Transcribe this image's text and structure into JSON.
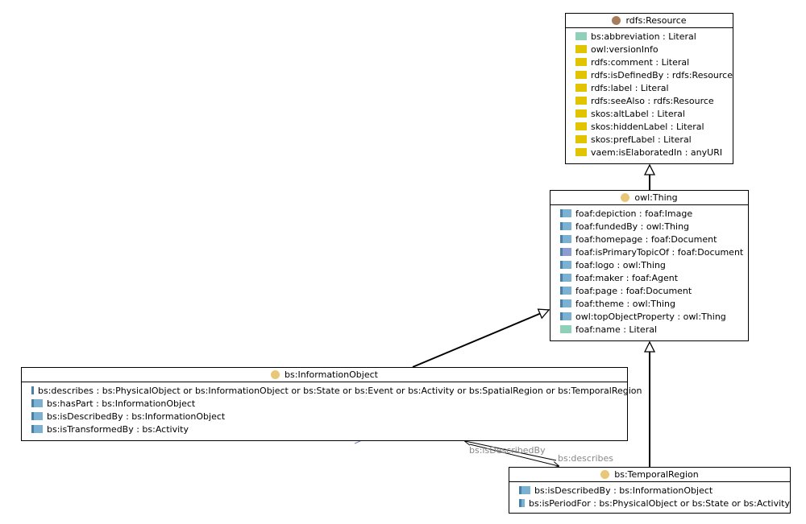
{
  "colors": {
    "resource_dot": "#a67c5b",
    "class_dot": "#e8c878",
    "datatype_prop": "#8fd0b8",
    "annotation_prop": "#e0c400",
    "object_prop": "#7ab0d0",
    "inverse_prop": "#8c9cd0",
    "edge_label": "#888888"
  },
  "classes": {
    "rdfs_resource": {
      "title": "rdfs:Resource",
      "props": [
        {
          "text": "bs:abbreviation : Literal",
          "kind": "datatype"
        },
        {
          "text": "owl:versionInfo",
          "kind": "annotation"
        },
        {
          "text": "rdfs:comment : Literal",
          "kind": "annotation"
        },
        {
          "text": "rdfs:isDefinedBy : rdfs:Resource",
          "kind": "annotation"
        },
        {
          "text": "rdfs:label : Literal",
          "kind": "annotation"
        },
        {
          "text": "rdfs:seeAlso : rdfs:Resource",
          "kind": "annotation"
        },
        {
          "text": "skos:altLabel : Literal",
          "kind": "annotation"
        },
        {
          "text": "skos:hiddenLabel : Literal",
          "kind": "annotation"
        },
        {
          "text": "skos:prefLabel : Literal",
          "kind": "annotation"
        },
        {
          "text": "vaem:isElaboratedIn : anyURI",
          "kind": "annotation"
        }
      ]
    },
    "owl_thing": {
      "title": "owl:Thing",
      "props": [
        {
          "text": "foaf:depiction : foaf:Image",
          "kind": "object"
        },
        {
          "text": "foaf:fundedBy : owl:Thing",
          "kind": "object"
        },
        {
          "text": "foaf:homepage : foaf:Document",
          "kind": "object"
        },
        {
          "text": "foaf:isPrimaryTopicOf : foaf:Document",
          "kind": "inverse"
        },
        {
          "text": "foaf:logo : owl:Thing",
          "kind": "object"
        },
        {
          "text": "foaf:maker : foaf:Agent",
          "kind": "object"
        },
        {
          "text": "foaf:page : foaf:Document",
          "kind": "object"
        },
        {
          "text": "foaf:theme : owl:Thing",
          "kind": "object"
        },
        {
          "text": "owl:topObjectProperty : owl:Thing",
          "kind": "object"
        },
        {
          "text": "foaf:name : Literal",
          "kind": "datatype"
        }
      ]
    },
    "bs_information_object": {
      "title": "bs:InformationObject",
      "props": [
        {
          "text": "bs:describes : bs:PhysicalObject or bs:InformationObject or bs:State or bs:Event or bs:Activity or bs:SpatialRegion or bs:TemporalRegion",
          "kind": "object"
        },
        {
          "text": "bs:hasPart : bs:InformationObject",
          "kind": "object"
        },
        {
          "text": "bs:isDescribedBy : bs:InformationObject",
          "kind": "object"
        },
        {
          "text": "bs:isTransformedBy : bs:Activity",
          "kind": "object"
        }
      ]
    },
    "bs_temporal_region": {
      "title": "bs:TemporalRegion",
      "props": [
        {
          "text": "bs:isDescribedBy : bs:InformationObject",
          "kind": "object"
        },
        {
          "text": "bs:isPeriodFor : bs:PhysicalObject or bs:State or bs:Activity",
          "kind": "object"
        }
      ]
    }
  },
  "edge_labels": {
    "is_described_by": "bs:isDescribedBy",
    "describes": "bs:describes"
  }
}
